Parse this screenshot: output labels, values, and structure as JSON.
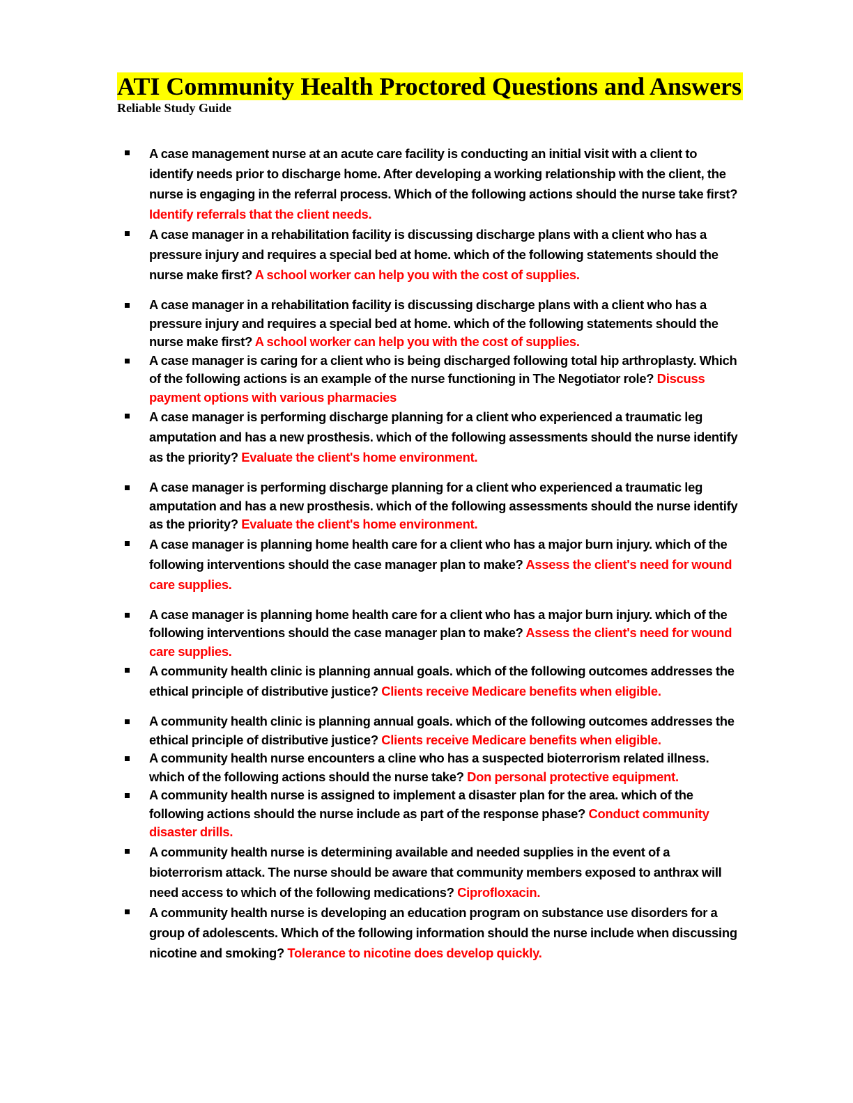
{
  "document": {
    "title": "ATI Community Health Proctored Questions and Answers",
    "subtitle": "Reliable Study Guide",
    "colors": {
      "title_highlight": "#ffff00",
      "answer_text": "#ff0000",
      "question_text": "#000000"
    },
    "bullet_icon": "square-bullet-icon"
  },
  "items": [
    {
      "question": "A case management nurse at an acute care facility is conducting an initial visit with a client to identify needs prior to discharge home. After developing a working relationship with the client, the nurse is engaging in the referral process. Which of the following actions should the nurse take first?",
      "answer": "Identify referrals that the client needs."
    },
    {
      "question": "A case manager in a rehabilitation facility is discussing discharge plans with a client who has a pressure injury and requires a special bed at home. which of the following statements should the nurse make first?",
      "answer": "A school worker can help you with the cost of supplies."
    },
    {
      "question": "A case manager in a rehabilitation facility is discussing discharge plans with a client who has a pressure injury and requires a special bed at home. which of the following statements should the nurse make first?",
      "answer": "A school worker can help you with the cost of supplies."
    },
    {
      "question": "A case manager is caring for a client who is being discharged following total hip arthroplasty. Which of the following actions is an example of the nurse functioning in The Negotiator role?",
      "answer": "Discuss payment options with various pharmacies"
    },
    {
      "question": "A case manager is performing discharge planning for a client who experienced a traumatic leg amputation and has a new prosthesis. which of the following assessments should the nurse identify as the priority?",
      "answer": "Evaluate the client's home environment."
    },
    {
      "question": "A case manager is performing discharge planning for a client who experienced a traumatic leg amputation and has a new prosthesis. which of the following assessments should the nurse identify as the priority?",
      "answer": "Evaluate the client's home environment."
    },
    {
      "question": "A case manager is planning home health care for a client who has a major burn injury. which of the following interventions should the case manager plan to make?",
      "answer": "Assess the client's need for wound care supplies."
    },
    {
      "question": "A case manager is planning home health care for a client who has a major burn injury. which of the following interventions should the case manager plan to make?",
      "answer": "Assess the client's need for wound care supplies."
    },
    {
      "question": "A community health clinic is planning annual goals. which of the following outcomes addresses the ethical principle of distributive justice?",
      "answer": "Clients receive Medicare benefits when eligible."
    },
    {
      "question": "A community health clinic is planning annual goals. which of the following outcomes addresses the ethical principle of distributive justice?",
      "answer": "Clients receive Medicare benefits when eligible."
    },
    {
      "question": "A community health nurse encounters a cline who has a suspected bioterrorism related illness. which of the following actions should the nurse take?",
      "answer": "Don personal protective equipment."
    },
    {
      "question": "A community health nurse is assigned to implement a disaster plan for the area. which of the following actions should the nurse include as part of the response phase?",
      "answer": "Conduct community disaster drills."
    },
    {
      "question": "A community health nurse is determining available and needed supplies in the event of a bioterrorism attack. The nurse should be aware that community members exposed to anthrax will need access to which of the following medications?",
      "answer": "Ciprofloxacin."
    },
    {
      "question": "A community health nurse is developing an education program on substance use disorders for a group of adolescents. Which of the following information should the nurse include when discussing nicotine and smoking?",
      "answer": "Tolerance to nicotine does develop quickly."
    }
  ]
}
